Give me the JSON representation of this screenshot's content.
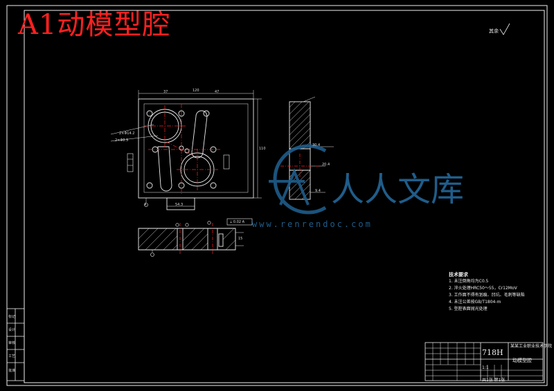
{
  "title": "A1动模型腔",
  "watermark": {
    "text": "人人文库",
    "url": "www.renrendoc.com"
  },
  "roughness_note": "其余",
  "technical_requirements": {
    "heading": "技术要求",
    "items": [
      "1. 未注倒角均为C0.5",
      "2. 淬火处理HRC50～55，Cr12MoV",
      "3. 工作面不得有划痕、凹坑、毛刺等缺陷",
      "4. 未注公差按GB/T1804-m",
      "5. 型腔表面抛光处理"
    ]
  },
  "title_block": {
    "material": "718H",
    "school": "某某工业职业技术学院",
    "drawing_name": "动模型腔",
    "scale": "1:1",
    "sheet": "共1张 第1张"
  },
  "dimensions": {
    "overall_width": "120",
    "left_offset": "37",
    "right_offset": "47",
    "height": "110",
    "bottom_width": "54.3",
    "note_left_1": "2×Φ14.2",
    "note_left_2": "2×Φ8.5",
    "section_depth": "15",
    "side_dim_1": "30.4",
    "side_dim_2": "20.4",
    "side_dim_3": "9.4",
    "datum": "A",
    "tolerance_frame": "⟂ 0.02 A"
  },
  "side_column_labels": [
    "标记",
    "设计",
    "审核",
    "工艺",
    "批准"
  ],
  "colors": {
    "background": "#000000",
    "lines": "#f0f0f0",
    "centerline": "#ff2020",
    "title": "#ff2020",
    "watermark": "#1f5d8a"
  }
}
